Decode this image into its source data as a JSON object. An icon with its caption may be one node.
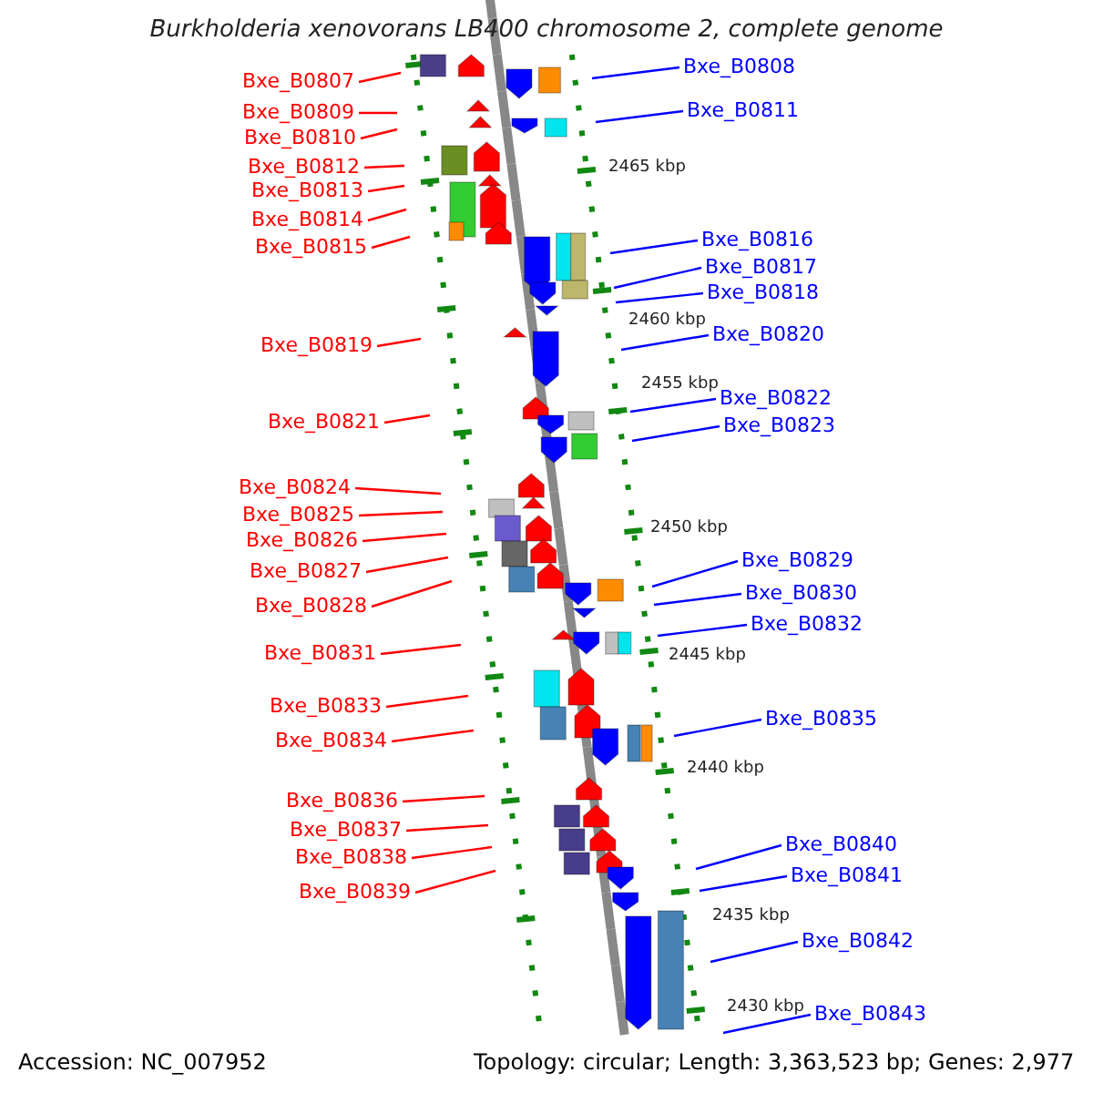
{
  "diagram": {
    "title": "Burkholderia xenovorans LB400 chromosome 2, complete genome",
    "nodes": [
      {
        "text": [
          "Bxe_B0807"
        ]
      },
      {
        "text": [
          "Bxe_B0809"
        ]
      },
      {
        "text": [
          "Bxe_B0810"
        ]
      },
      {
        "text": [
          "Bxe_B0812"
        ]
      },
      {
        "text": [
          "Bxe_B0813"
        ]
      },
      {
        "text": [
          "Bxe_B0814"
        ]
      },
      {
        "text": [
          "Bxe_B0815"
        ]
      },
      {
        "text": [
          "Bxe_B0819"
        ]
      },
      {
        "text": [
          "Bxe_B0821"
        ]
      },
      {
        "text": [
          "Bxe_B0824"
        ]
      },
      {
        "text": [
          "Bxe_B0825"
        ]
      },
      {
        "text": [
          "Bxe_B0826"
        ]
      },
      {
        "text": [
          "Bxe_B0827"
        ]
      },
      {
        "text": [
          "Bxe_B0828"
        ]
      },
      {
        "text": [
          "Bxe_B0831"
        ]
      },
      {
        "text": [
          "Bxe_B0833"
        ]
      },
      {
        "text": [
          "Bxe_B0834"
        ]
      },
      {
        "text": [
          "Bxe_B0836"
        ]
      },
      {
        "text": [
          "Bxe_B0837"
        ]
      },
      {
        "text": [
          "Bxe_B0838"
        ]
      },
      {
        "text": [
          "Bxe_B0839"
        ]
      },
      {
        "text": [
          "Bxe_B0808"
        ]
      },
      {
        "text": [
          "Bxe_B0811"
        ]
      },
      {
        "text": [
          "Bxe_B0816"
        ]
      },
      {
        "text": [
          "Bxe_B0817"
        ]
      },
      {
        "text": [
          "Bxe_B0818"
        ]
      },
      {
        "text": [
          "Bxe_B0820"
        ]
      },
      {
        "text": [
          "Bxe_B0822"
        ]
      },
      {
        "text": [
          "Bxe_B0823"
        ]
      },
      {
        "text": [
          "Bxe_B0829"
        ]
      },
      {
        "text": [
          "Bxe_B0830"
        ]
      },
      {
        "text": [
          "Bxe_B0832"
        ]
      },
      {
        "text": [
          "Bxe_B0835"
        ]
      },
      {
        "text": [
          "Bxe_B0840"
        ]
      },
      {
        "text": [
          "Bxe_B0841"
        ]
      },
      {
        "text": [
          "Bxe_B0842"
        ]
      },
      {
        "text": [
          "Bxe_B0843"
        ]
      }
    ],
    "edges": [
      {
        "from": 0,
        "to": null,
        "arrow": "none"
      },
      {
        "from": 1,
        "to": null,
        "arrow": "none"
      },
      {
        "from": 2,
        "to": null,
        "arrow": "none"
      },
      {
        "from": 3,
        "to": null,
        "arrow": "none"
      },
      {
        "from": 4,
        "to": null,
        "arrow": "none"
      },
      {
        "from": 5,
        "to": null,
        "arrow": "none"
      },
      {
        "from": 6,
        "to": null,
        "arrow": "none"
      },
      {
        "from": 7,
        "to": null,
        "arrow": "none"
      },
      {
        "from": 8,
        "to": null,
        "arrow": "none"
      },
      {
        "from": 9,
        "to": null,
        "arrow": "none"
      },
      {
        "from": 10,
        "to": null,
        "arrow": "none"
      },
      {
        "from": 11,
        "to": null,
        "arrow": "none"
      },
      {
        "from": 12,
        "to": null,
        "arrow": "none"
      },
      {
        "from": 13,
        "to": null,
        "arrow": "none"
      },
      {
        "from": 14,
        "to": null,
        "arrow": "none"
      },
      {
        "from": 15,
        "to": null,
        "arrow": "none"
      },
      {
        "from": 16,
        "to": null,
        "arrow": "none"
      },
      {
        "from": 17,
        "to": null,
        "arrow": "none"
      },
      {
        "from": 18,
        "to": null,
        "arrow": "none"
      },
      {
        "from": 19,
        "to": null,
        "arrow": "none"
      },
      {
        "from": 20,
        "to": null,
        "arrow": "none"
      },
      {
        "from": 21,
        "to": null,
        "arrow": "none",
        "color": "#0000ff"
      },
      {
        "from": 22,
        "to": null,
        "arrow": "none",
        "color": "#0000ff"
      },
      {
        "from": 23,
        "to": null,
        "arrow": "none",
        "color": "#0000ff"
      },
      {
        "from": 24,
        "to": null,
        "arrow": "none",
        "color": "#0000ff"
      },
      {
        "from": 25,
        "to": null,
        "arrow": "none",
        "color": "#0000ff"
      },
      {
        "from": 26,
        "to": null,
        "arrow": "none",
        "color": "#0000ff"
      },
      {
        "from": 27,
        "to": null,
        "arrow": "none",
        "color": "#0000ff"
      },
      {
        "from": 28,
        "to": null,
        "arrow": "none",
        "color": "#0000ff"
      },
      {
        "from": 29,
        "to": null,
        "arrow": "none",
        "color": "#0000ff"
      },
      {
        "from": 30,
        "to": null,
        "arrow": "none",
        "color": "#0000ff"
      },
      {
        "from": 31,
        "to": null,
        "arrow": "none",
        "color": "#0000ff"
      },
      {
        "from": 32,
        "to": null,
        "arrow": "none",
        "color": "#0000ff"
      },
      {
        "from": 33,
        "to": null,
        "arrow": "none",
        "color": "#0000ff"
      },
      {
        "from": 34,
        "to": null,
        "arrow": "none",
        "color": "#0000ff"
      },
      {
        "from": 35,
        "to": null,
        "arrow": "none",
        "color": "#0000ff"
      },
      {
        "from": 36,
        "to": null,
        "arrow": "none",
        "color": "#0000ff"
      }
    ],
    "labels": [
      "2465 kbp",
      "2460 kbp",
      "2455 kbp",
      "2450 kbp",
      "2445 kbp",
      "2440 kbp",
      "2435 kbp",
      "2430 kbp",
      "Accession: NC_007952",
      "Topology: circular; Length: 3,363,523 bp; Genes: 2,977"
    ]
  }
}
